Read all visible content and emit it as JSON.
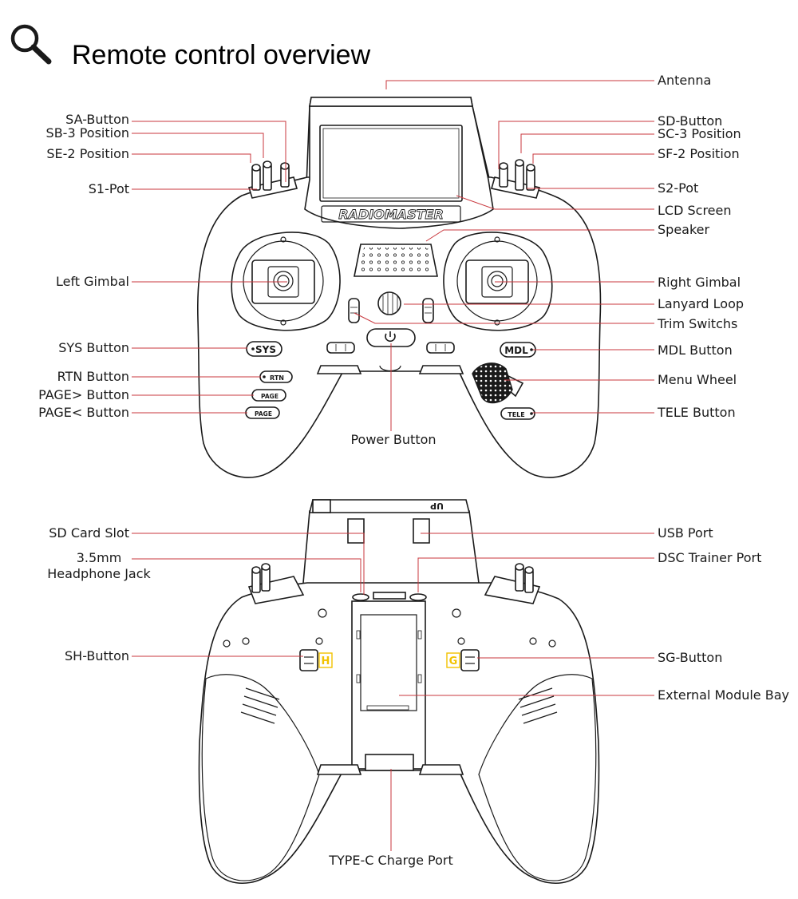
{
  "title": "Remote control overview",
  "icons": {
    "title_icon": "magnifier-icon"
  },
  "colors": {
    "leader": "#c8373d",
    "outline": "#1a1a1a",
    "badge": "#f2c200"
  },
  "device": {
    "brand_text": "RADIOMASTER",
    "button_text": {
      "sys": "SYS",
      "mdl": "MDL",
      "rtn": "RTN",
      "page_next": "PAGE",
      "page_prev": "PAGE",
      "tele": "TELE",
      "up": "UP"
    },
    "switch_letters": {
      "sh": "H",
      "sg": "G"
    }
  },
  "labels": {
    "front": {
      "antenna": "Antenna",
      "sa_button": "SA-Button",
      "sb_3_position": "SB-3 Position",
      "se_2_position": "SE-2 Position",
      "s1_pot": "S1-Pot",
      "sd_button": "SD-Button",
      "sc_3_position": "SC-3 Position",
      "sf_2_position": "SF-2 Position",
      "s2_pot": "S2-Pot",
      "lcd_screen": "LCD Screen",
      "speaker": "Speaker",
      "left_gimbal": "Left Gimbal",
      "right_gimbal": "Right Gimbal",
      "lanyard_loop": "Lanyard Loop",
      "trim_switchs": "Trim Switchs",
      "sys_button": "SYS Button",
      "mdl_button": "MDL Button",
      "rtn_button": "RTN Button",
      "menu_wheel": "Menu Wheel",
      "page_next_button": "PAGE> Button",
      "page_prev_button": "PAGE< Button",
      "tele_button": "TELE Button",
      "power_button": "Power Button"
    },
    "back": {
      "sd_card_slot": "SD Card Slot",
      "headphone_jack_line1": "3.5mm",
      "headphone_jack_line2": "Headphone Jack",
      "usb_port": "USB Port",
      "dsc_trainer_port": "DSC Trainer Port",
      "sh_button": "SH-Button",
      "sg_button": "SG-Button",
      "external_module_bay": "External Module Bay",
      "type_c_charge_port": "TYPE-C Charge Port"
    }
  }
}
